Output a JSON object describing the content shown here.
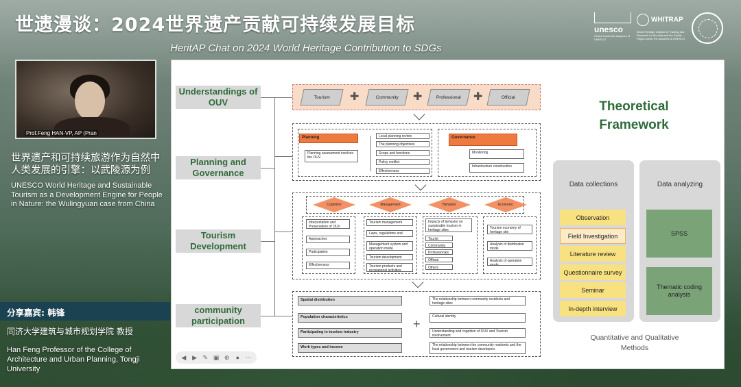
{
  "header": {
    "title_zh": "世遗漫谈：2024世界遗产贡献可持续发展目标",
    "title_en": "HeritAP Chat on 2024 World Heritage Contribution to SDGs"
  },
  "logos": {
    "unesco_word": "unesco",
    "unesco_sub": "Centre Under the auspices of UNESCO",
    "whitrap_word": "WHITRAP",
    "whitrap_sub": "World Heritage Institute of Training and Research for the Asia and the Pacific Region under the auspices of UNESCO"
  },
  "video": {
    "speaker_tag": "Prof.Feng HAN-VP, AP  (Pran"
  },
  "talk": {
    "title_zh": "世界遗产和可持续旅游作为自然中人类发展的引擎：以武陵源为例",
    "title_en": "UNESCO World Heritage and Sustainable Tourism as a Development Engine for People in Nature: the Wulingyuan case from China"
  },
  "guest": {
    "label": "分享嘉宾: 韩锋",
    "affil_zh": "同济大学建筑与城市规划学院 教授",
    "affil_en": "Han Feng Professor of the College of Architecture and Urban Planning, Tongji University"
  },
  "slide": {
    "sections": [
      "Understandings of OUV",
      "Planning and Governance",
      "Tourism Development",
      "community participation"
    ],
    "ouv_tags": [
      "Tourism",
      "Community",
      "Professional",
      "Official"
    ],
    "planning": {
      "head": "Planning",
      "assess": "Planning assessment involves the OUV",
      "items": [
        "Local planning review",
        "The planning objectives",
        "Scope and functions",
        "Policy conflict",
        "Effectiveness"
      ]
    },
    "governance": {
      "head": "Governance",
      "items": [
        "Monitoring",
        "Infrastructure construction"
      ]
    },
    "tourism": {
      "diamonds": [
        "Cognition",
        "Management",
        "Behavior",
        "Economic"
      ],
      "col1": [
        "Interpretation and Presentation of OUV",
        "Approaches",
        "Participation",
        "Effectiveness"
      ],
      "col2": [
        "Tourism management",
        "Laws, regulations and policies",
        "Management system and operation mode",
        "Tourism development planning",
        "Tourism products and recreational activities"
      ],
      "col3": [
        "Impacts of behavior on sustainable tourism in heritage sites",
        "Tourist",
        "Community",
        "Professionals",
        "Official",
        "Others"
      ],
      "col4": [
        "Tourism economy of heritage site",
        "Analysis of distribution mode",
        "Analysis of operation mode"
      ]
    },
    "community": {
      "left": [
        "Spatial distribution",
        "Population characteristics",
        "Participating in tourism industry",
        "Work types and income"
      ],
      "right": [
        "The relationship between community residents and heritage sites",
        "Cultural identity",
        "Understanding and cognition of OUV and Tourism involvement",
        "The relationship between the community residents and the local government and tourism developers"
      ]
    },
    "framework_title": "Theoretical Framework",
    "collections": {
      "title": "Data collections",
      "items": [
        "Observation",
        "Field Investigation",
        "Literature review",
        "Questionnaire survey",
        "Seminar",
        "In-depth interview"
      ]
    },
    "analyzing": {
      "title": "Data analyzing",
      "items": [
        "SPSS",
        "Thematic coding analysis"
      ]
    },
    "methods_caption": "Quantitative and Qualitative Methods",
    "colors": {
      "label_green": "#2f6b3a",
      "yellow": "#f7e180",
      "green_box": "#7aa478",
      "orange": "#ef7a40"
    }
  },
  "toolbar": {
    "icons": [
      "prev-icon",
      "next-icon",
      "pen-icon",
      "screen-icon",
      "zoom-icon",
      "chat-icon",
      "more-icon"
    ]
  }
}
